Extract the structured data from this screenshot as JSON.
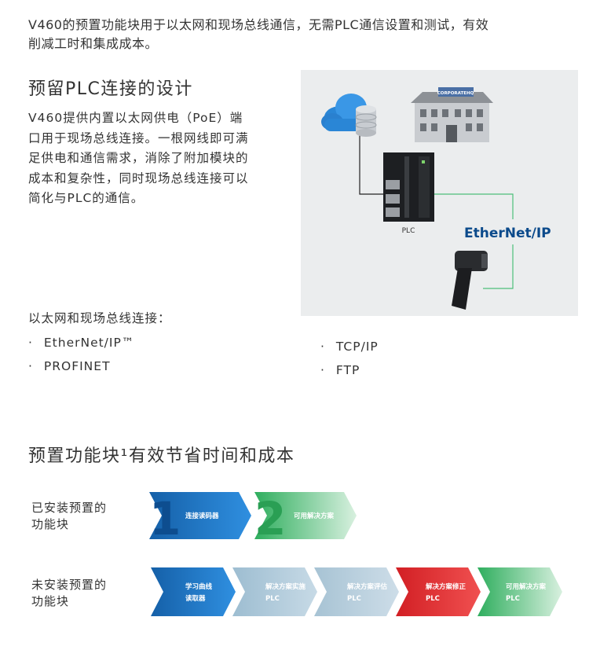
{
  "intro": {
    "line1": "V460的预置功能块用于以太网和现场总线通信，无需PLC通信设置和测试，有效",
    "line2": "削减工时和集成成本。"
  },
  "section1": {
    "title": "预留PLC连接的设计",
    "body_lines": [
      "V460提供内置以太网供电（PoE）端",
      "口用于现场总线连接。一根网线即可满",
      "足供电和通信需求，消除了附加模块的",
      "成本和复杂性，同时现场总线连接可以",
      "简化与PLC的通信。"
    ],
    "diagram": {
      "building_sign": "CORPORATEHQ",
      "plc_label": "PLC",
      "ethernet_logo": "EtherNet/IP"
    }
  },
  "connections": {
    "heading": "以太网和现场总线连接：",
    "col1": [
      "EtherNet/IP™",
      "PROFINET"
    ],
    "col2": [
      "TCP/IP",
      "FTP"
    ],
    "bullet": "·"
  },
  "section2": {
    "title": "预置功能块¹有效节省时间和成本",
    "row1": {
      "label_line1": "已安装预置的",
      "label_line2": "功能块",
      "steps": [
        {
          "num": "1",
          "text": "连接读码器"
        },
        {
          "num": "2",
          "text": "可用解决方案"
        }
      ]
    },
    "row2": {
      "label_line1": "未安装预置的",
      "label_line2": "功能块",
      "steps": [
        {
          "line1": "学习曲线",
          "line2": "读取器"
        },
        {
          "line1": "解决方案实施",
          "line2": "PLC"
        },
        {
          "line1": "解决方案评估",
          "line2": "PLC"
        },
        {
          "line1": "解决方案修正",
          "line2": "PLC"
        },
        {
          "line1": "可用解决方案",
          "line2": "PLC"
        }
      ]
    }
  },
  "colors": {
    "blue": "#1c6fb7",
    "green": "#3fb86a",
    "red": "#e02b2b",
    "grey_blue": "#a9c5d6"
  }
}
